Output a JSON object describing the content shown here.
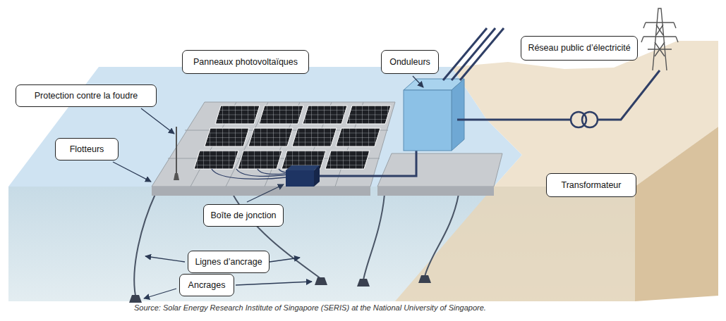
{
  "diagram": {
    "caption": "Source: Solar Energy Research Institute of Singapore (SERIS) at the National University of Singapore.",
    "nodes": [
      {
        "text": [
          "Réseau public d’électricité"
        ]
      },
      {
        "text": [
          "Panneaux photovoltaïques"
        ]
      },
      {
        "text": [
          "Onduleurs"
        ]
      },
      {
        "text": [
          "Protection contre la foudre"
        ]
      },
      {
        "text": [
          "Flotteurs"
        ]
      },
      {
        "text": [
          "Transformateur"
        ]
      },
      {
        "text": [
          "Boîte de jonction"
        ]
      },
      {
        "text": [
          "Lignes d’ancrage"
        ]
      },
      {
        "text": [
          "Ancrages"
        ]
      }
    ]
  }
}
